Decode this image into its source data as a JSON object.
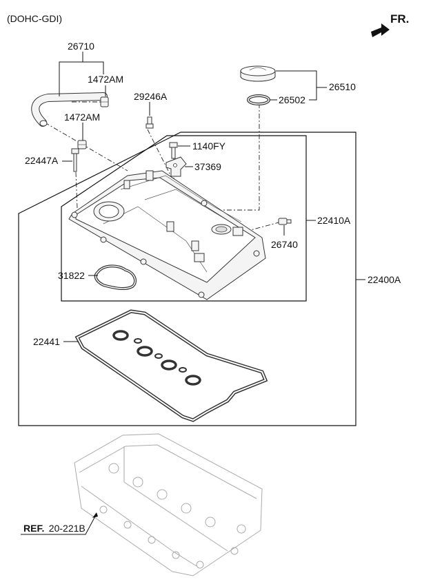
{
  "header": {
    "engine": "(DOHC-GDI)",
    "direction": "FR."
  },
  "labels": {
    "hose": "26710",
    "clip_upper": "1472AM",
    "clip_lower": "1472AM",
    "bolt_stud": "22447A",
    "plug": "29246A",
    "cap_assy": "26510",
    "cap_gasket": "26502",
    "bolt": "1140FY",
    "bracket": "37369",
    "cover_assy": "22410A",
    "pcv_valve": "26740",
    "plug_gasket": "31822",
    "cover_complete": "22400A",
    "cover_gasket": "22441"
  },
  "reference": {
    "prefix": "REF.",
    "code": "20-221B"
  }
}
